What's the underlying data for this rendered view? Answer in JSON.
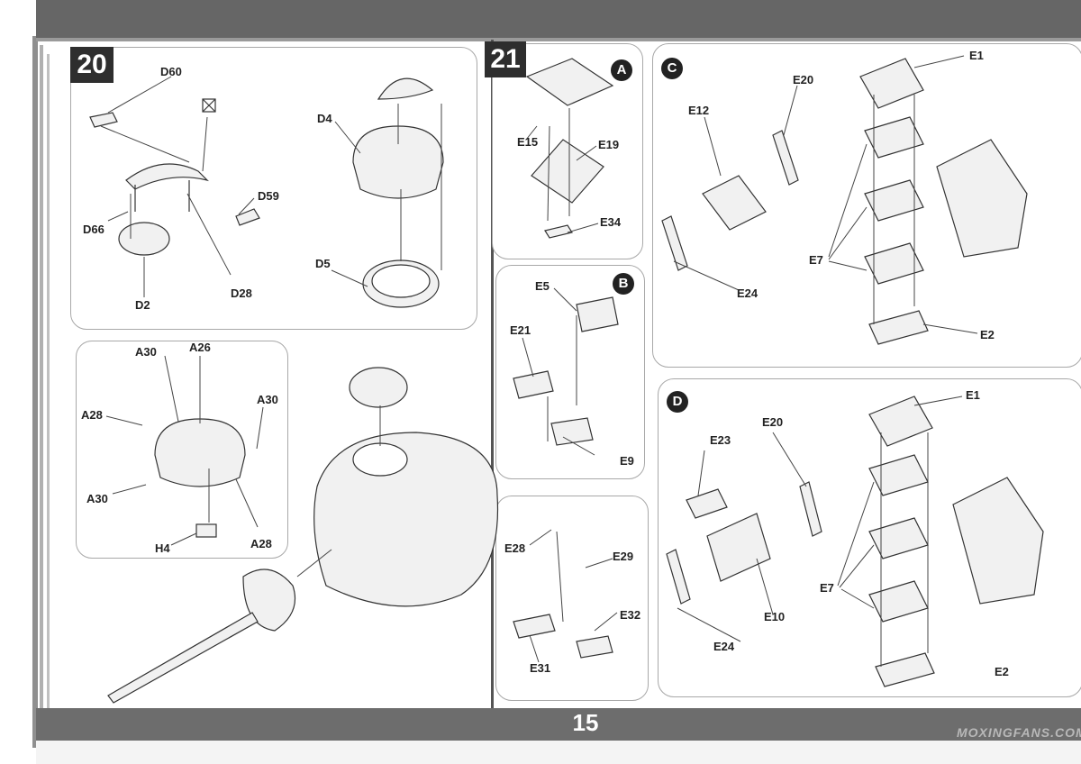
{
  "page": {
    "number": "15",
    "watermark": "MOXINGFANS.COM"
  },
  "step20": {
    "number": "20",
    "labels": {
      "d60": "D60",
      "d59": "D59",
      "d66": "D66",
      "d2": "D2",
      "d28": "D28",
      "d4": "D4",
      "d5": "D5",
      "a30_top": "A30",
      "a26": "A26",
      "a30_right": "A30",
      "a28_left": "A28",
      "a30_left": "A30",
      "h4": "H4",
      "a28_bottom": "A28"
    }
  },
  "step21": {
    "number": "21",
    "subA": {
      "badge": "A",
      "e15": "E15",
      "e19": "E19",
      "e34": "E34"
    },
    "subB": {
      "badge": "B",
      "e5": "E5",
      "e21": "E21",
      "e9": "E9"
    },
    "subB2": {
      "e28": "E28",
      "e29": "E29",
      "e32": "E32",
      "e31": "E31"
    },
    "subC": {
      "badge": "C",
      "e1": "E1",
      "e20": "E20",
      "e12": "E12",
      "e7": "E7",
      "e24": "E24",
      "e2": "E2"
    },
    "subD": {
      "badge": "D",
      "e1": "E1",
      "e20": "E20",
      "e23": "E23",
      "e7": "E7",
      "e10": "E10",
      "e24": "E24",
      "e2": "E2"
    }
  },
  "colors": {
    "bar": "#666666",
    "panel_border": "#a8a8a8",
    "badge": "#2e2e2e"
  }
}
